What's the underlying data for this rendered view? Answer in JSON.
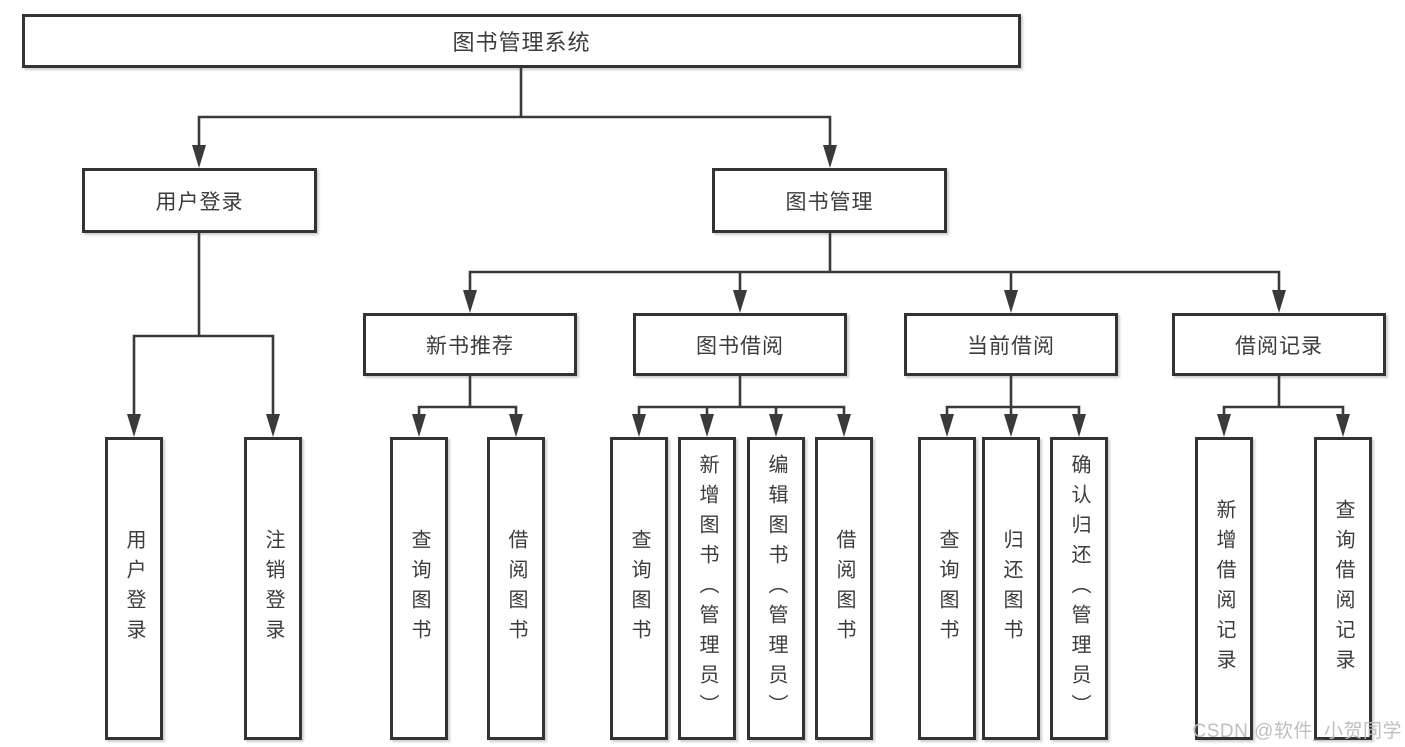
{
  "colors": {
    "background": "#ffffff",
    "line": "#3a3a3a",
    "box_border": "#333333",
    "text": "#3c3c3c",
    "watermark": "#bcbcbc"
  },
  "diagram": {
    "root": {
      "label": "图书管理系统"
    },
    "level2": [
      {
        "label": "用户登录"
      },
      {
        "label": "图书管理"
      }
    ],
    "level3": [
      {
        "label": "新书推荐"
      },
      {
        "label": "图书借阅"
      },
      {
        "label": "当前借阅"
      },
      {
        "label": "借阅记录"
      }
    ],
    "leaves": {
      "user_login": [
        "用户登录",
        "注销登录"
      ],
      "new_book": [
        "查询图书",
        "借阅图书"
      ],
      "book_borrow": [
        "查询图书",
        "新增图书（管理员）",
        "编辑图书（管理员）",
        "借阅图书"
      ],
      "current_borrow": [
        "查询图书",
        "归还图书",
        "确认归还（管理员）"
      ],
      "borrow_records": [
        "新增借阅记录",
        "查询借阅记录"
      ]
    }
  },
  "watermark": {
    "text": "CSDN @软件_小贺同学"
  }
}
